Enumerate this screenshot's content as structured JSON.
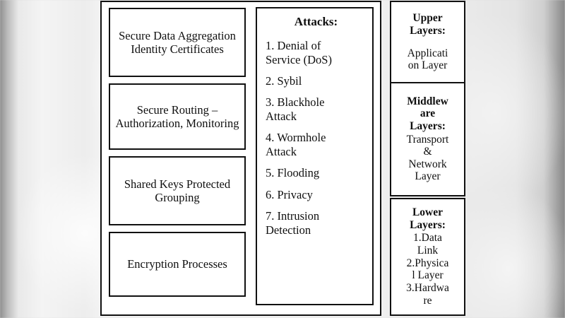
{
  "figure": {
    "title": "Security requirements, attacks and protocol layers diagram",
    "colors": {
      "border": "#111111",
      "panel_background": "#ffffff",
      "text": "#0f0f0f",
      "backdrop": "#ededed"
    }
  },
  "security_column": {
    "boxes": [
      {
        "text": "Secure Data\nAggregation\nIdentity Certificates"
      },
      {
        "text": "Secure Routing –\nAuthorization,\nMonitoring"
      },
      {
        "text": "Shared Keys\nProtected Grouping"
      },
      {
        "text": "Encryption\nProcesses"
      }
    ]
  },
  "attacks_column": {
    "title": "Attacks:",
    "items": [
      "1.  Denial of\nService (DoS)",
      "2. Sybil",
      "3. Blackhole\nAttack",
      "4. Wormhole\nAttack",
      "5. Flooding",
      "6. Privacy",
      "7. Intrusion\nDetection"
    ]
  },
  "layers_column": {
    "boxes": [
      {
        "heading": "Upper\nLayers:",
        "body": "Applicati\non Layer"
      },
      {
        "heading": "Middlew\nare\nLayers:",
        "body": "Transport\n&\nNetwork\nLayer"
      },
      {
        "heading": "Lower\nLayers:",
        "body": "1.Data\nLink\n2.Physica\nl Layer\n3.Hardwa\nre"
      }
    ]
  }
}
